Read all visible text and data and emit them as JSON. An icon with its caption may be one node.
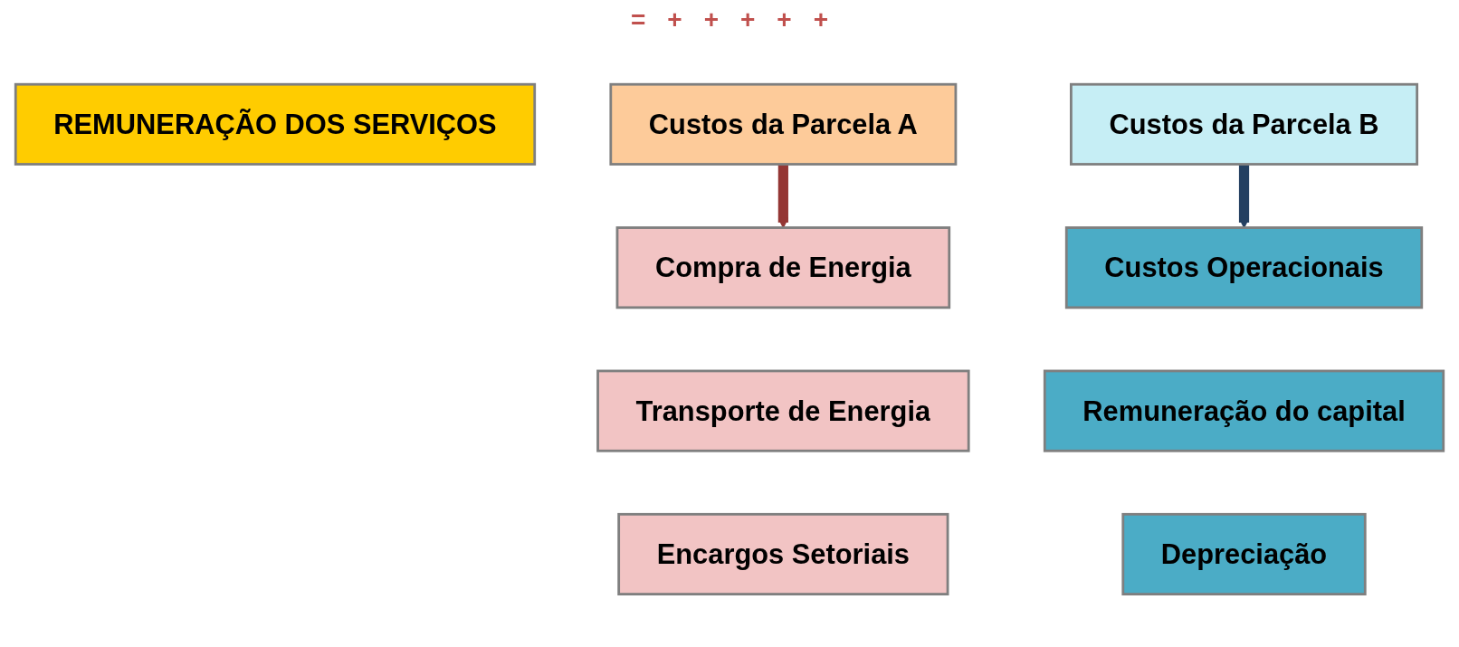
{
  "diagram": {
    "nodes": [
      {
        "text": [
          "REMUNERAÇÃO DOS SERVIÇOS"
        ]
      },
      {
        "text": [
          "Custos da Parcela A"
        ]
      },
      {
        "text": [
          "Custos da Parcela B"
        ]
      },
      {
        "text": [
          "Compra de Energia"
        ]
      },
      {
        "text": [
          "Transporte de Energia"
        ]
      },
      {
        "text": [
          "Encargos Setoriais"
        ]
      },
      {
        "text": [
          "Custos Operacionais"
        ]
      },
      {
        "text": [
          "Remuneração do capital"
        ]
      },
      {
        "text": [
          "Depreciação"
        ]
      }
    ],
    "edges": [
      {
        "from": 1,
        "to": 3,
        "arrow": "to",
        "color": "#943634"
      },
      {
        "from": 2,
        "to": 6,
        "arrow": "to",
        "color": "#244061"
      }
    ],
    "labels": [
      "=",
      "+",
      "+",
      "+",
      "+",
      "+"
    ]
  }
}
